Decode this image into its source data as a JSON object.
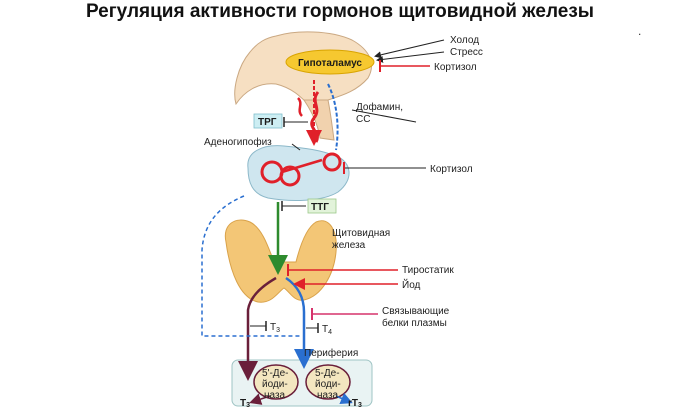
{
  "title": "Регуляция активности гормонов щитовидной железы",
  "corner_mark": ".",
  "labels": {
    "cold": "Холод",
    "stress": "Стресс",
    "hypothalamus": "Гипоталамус",
    "cortisol_top": "Кортизол",
    "dopamine": "Дофамин,",
    "ss": "СС",
    "trg": "ТРГ",
    "adenohypophysis": "Аденогипофиз",
    "cortisol_mid": "Кортизол",
    "ttg": "ТТГ",
    "thyroid_1": "Щитовидная",
    "thyroid_2": "железа",
    "thyrostatic": "Тиростатик",
    "iodine": "Йод",
    "binding_1": "Связывающие",
    "binding_2": "белки плазмы",
    "t3": "Т",
    "t3_sub": "3",
    "t4": "Т",
    "t4_sub": "4",
    "periphery": "Периферия",
    "deiod1_1": "5'-Де-",
    "deiod1_2": "йоди-",
    "deiod1_3": "наза",
    "deiod2_1": "5-Де-",
    "deiod2_2": "йоди-",
    "deiod2_3": "наза",
    "t3_bottom": "Т",
    "t3_bottom_sub": "3",
    "rt3": "rТ",
    "rt3_sub": "3"
  },
  "colors": {
    "red": "#e0202a",
    "blue": "#2a6fd0",
    "green": "#2e8b2e",
    "maroon": "#6a1f3a",
    "pink": "#d6336c",
    "thyroid": "#f3c676",
    "gland": "#cfe6ef",
    "trg_box": "#cdeef3"
  }
}
